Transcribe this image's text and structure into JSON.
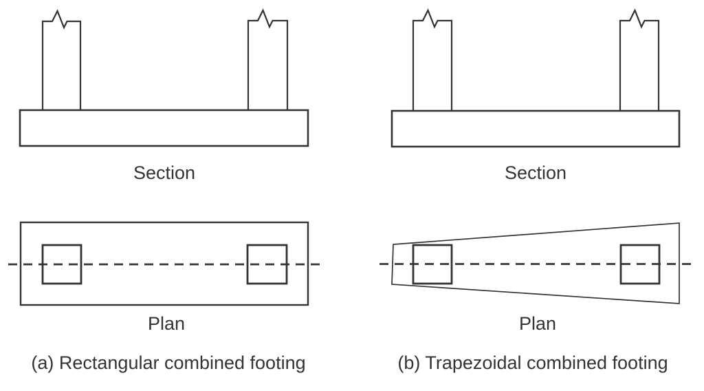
{
  "figure": {
    "background_color": "#ffffff",
    "line_color": "#333333",
    "text_color": "#333333",
    "panels": [
      {
        "id": "a",
        "section_label": "Section",
        "plan_label": "Plan",
        "caption": "(a) Rectangular combined footing",
        "plan_shape": "rectangle",
        "column_count": 2
      },
      {
        "id": "b",
        "section_label": "Section",
        "plan_label": "Plan",
        "caption": "(b) Trapezoidal combined footing",
        "plan_shape": "trapezoid",
        "column_count": 2
      }
    ]
  }
}
